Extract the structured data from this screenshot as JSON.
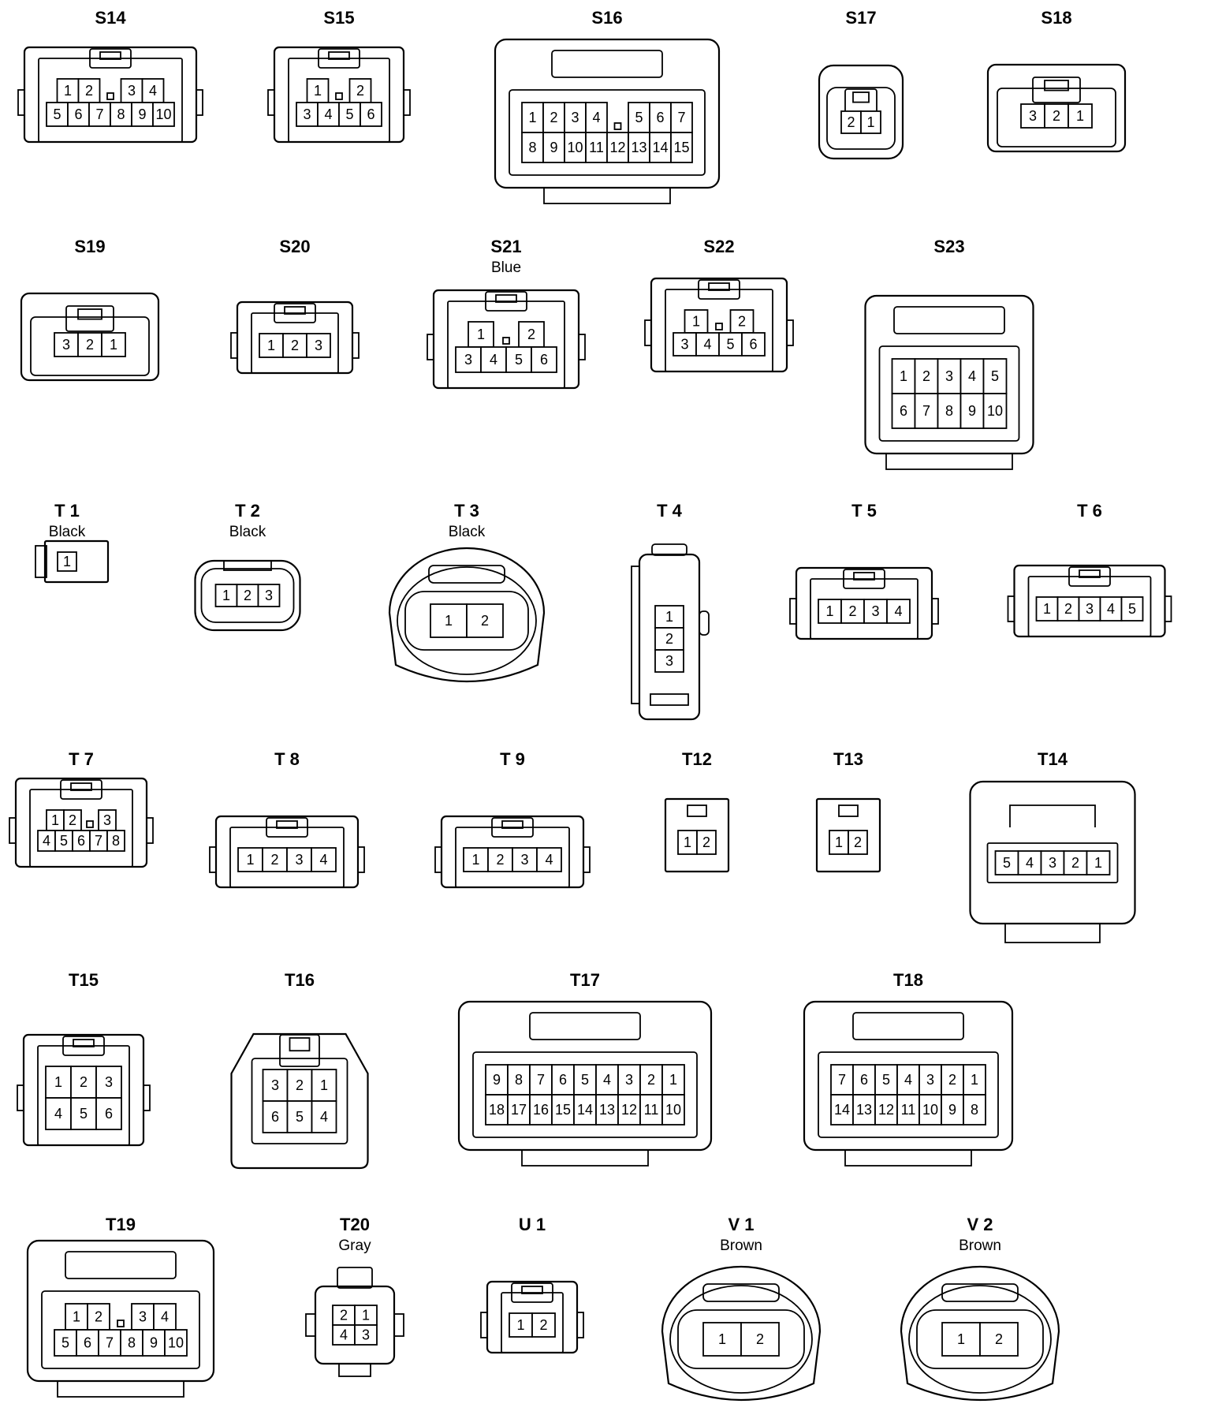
{
  "connectors": [
    {
      "id": "S14",
      "color": "",
      "rows": [
        [
          "1",
          "2",
          "",
          "3",
          "4"
        ],
        [
          "5",
          "6",
          "7",
          "8",
          "9",
          "10"
        ]
      ]
    },
    {
      "id": "S15",
      "color": "",
      "rows": [
        [
          "1",
          "",
          "2"
        ],
        [
          "3",
          "4",
          "5",
          "6"
        ]
      ]
    },
    {
      "id": "S16",
      "color": "",
      "rows": [
        [
          "1",
          "2",
          "3",
          "4",
          "",
          "5",
          "6",
          "7"
        ],
        [
          "8",
          "9",
          "10",
          "11",
          "12",
          "13",
          "14",
          "15"
        ]
      ]
    },
    {
      "id": "S17",
      "color": "",
      "rows": [
        [
          "2",
          "1"
        ]
      ]
    },
    {
      "id": "S18",
      "color": "",
      "rows": [
        [
          "3",
          "2",
          "1"
        ]
      ]
    },
    {
      "id": "S19",
      "color": "",
      "rows": [
        [
          "3",
          "2",
          "1"
        ]
      ]
    },
    {
      "id": "S20",
      "color": "",
      "rows": [
        [
          "1",
          "2",
          "3"
        ]
      ]
    },
    {
      "id": "S21",
      "color": "Blue",
      "rows": [
        [
          "1",
          "",
          "2"
        ],
        [
          "3",
          "4",
          "5",
          "6"
        ]
      ]
    },
    {
      "id": "S22",
      "color": "",
      "rows": [
        [
          "1",
          "",
          "2"
        ],
        [
          "3",
          "4",
          "5",
          "6"
        ]
      ]
    },
    {
      "id": "S23",
      "color": "",
      "rows": [
        [
          "1",
          "2",
          "3",
          "4",
          "5"
        ],
        [
          "6",
          "7",
          "8",
          "9",
          "10"
        ]
      ]
    },
    {
      "id": "T 1",
      "color": "Black",
      "rows": [
        [
          "1"
        ]
      ]
    },
    {
      "id": "T 2",
      "color": "Black",
      "rows": [
        [
          "1",
          "2",
          "3"
        ]
      ]
    },
    {
      "id": "T 3",
      "color": "Black",
      "rows": [
        [
          "1",
          "2"
        ]
      ]
    },
    {
      "id": "T 4",
      "color": "",
      "rows": [
        [
          "1"
        ],
        [
          "2"
        ],
        [
          "3"
        ]
      ]
    },
    {
      "id": "T 5",
      "color": "",
      "rows": [
        [
          "1",
          "2",
          "3",
          "4"
        ]
      ]
    },
    {
      "id": "T 6",
      "color": "",
      "rows": [
        [
          "1",
          "2",
          "3",
          "4",
          "5"
        ]
      ]
    },
    {
      "id": "T 7",
      "color": "",
      "rows": [
        [
          "1",
          "2",
          "",
          "3"
        ],
        [
          "4",
          "5",
          "6",
          "7",
          "8"
        ]
      ]
    },
    {
      "id": "T 8",
      "color": "",
      "rows": [
        [
          "1",
          "2",
          "3",
          "4"
        ]
      ]
    },
    {
      "id": "T 9",
      "color": "",
      "rows": [
        [
          "1",
          "2",
          "3",
          "4"
        ]
      ]
    },
    {
      "id": "T12",
      "color": "",
      "rows": [
        [
          "1",
          "2"
        ]
      ]
    },
    {
      "id": "T13",
      "color": "",
      "rows": [
        [
          "1",
          "2"
        ]
      ]
    },
    {
      "id": "T14",
      "color": "",
      "rows": [
        [
          "5",
          "4",
          "3",
          "2",
          "1"
        ]
      ]
    },
    {
      "id": "T15",
      "color": "",
      "rows": [
        [
          "1",
          "2",
          "3"
        ],
        [
          "4",
          "5",
          "6"
        ]
      ]
    },
    {
      "id": "T16",
      "color": "",
      "rows": [
        [
          "3",
          "2",
          "1"
        ],
        [
          "6",
          "5",
          "4"
        ]
      ]
    },
    {
      "id": "T17",
      "color": "",
      "rows": [
        [
          "9",
          "8",
          "7",
          "6",
          "5",
          "4",
          "3",
          "2",
          "1"
        ],
        [
          "18",
          "17",
          "16",
          "15",
          "14",
          "13",
          "12",
          "11",
          "10"
        ]
      ]
    },
    {
      "id": "T18",
      "color": "",
      "rows": [
        [
          "7",
          "6",
          "5",
          "4",
          "3",
          "2",
          "1"
        ],
        [
          "14",
          "13",
          "12",
          "11",
          "10",
          "9",
          "8"
        ]
      ]
    },
    {
      "id": "T19",
      "color": "",
      "rows": [
        [
          "1",
          "2",
          "",
          "3",
          "4"
        ],
        [
          "5",
          "6",
          "7",
          "8",
          "9",
          "10"
        ]
      ]
    },
    {
      "id": "T20",
      "color": "Gray",
      "rows": [
        [
          "2",
          "1"
        ],
        [
          "4",
          "3"
        ]
      ]
    },
    {
      "id": "U 1",
      "color": "",
      "rows": [
        [
          "1",
          "2"
        ]
      ]
    },
    {
      "id": "V 1",
      "color": "Brown",
      "rows": [
        [
          "1",
          "2"
        ]
      ]
    },
    {
      "id": "V 2",
      "color": "Brown",
      "rows": [
        [
          "1",
          "2"
        ]
      ]
    }
  ]
}
